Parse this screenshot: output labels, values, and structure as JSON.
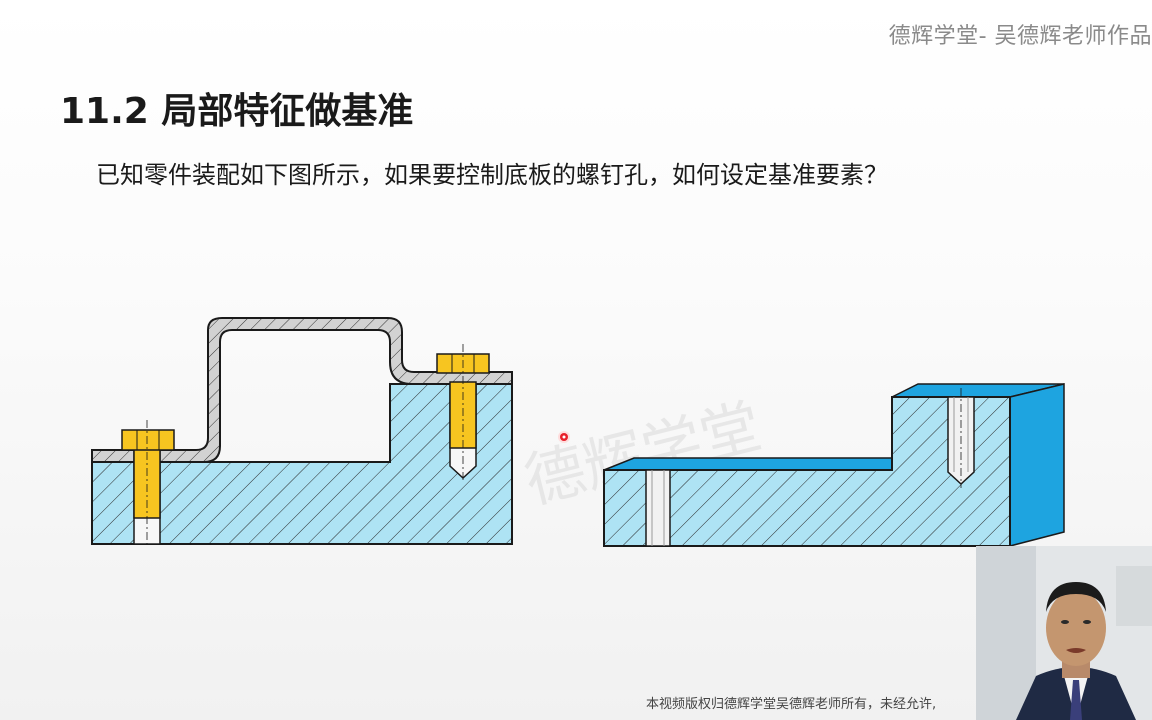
{
  "header": {
    "watermark": "德辉学堂- 吴德辉老师作品"
  },
  "slide": {
    "title": "11.2 局部特征做基准",
    "question": "已知零件装配如下图所示，如果要控制底板的螺钉孔，如何设定基准要素？"
  },
  "footer": {
    "copyright": "本视频版权归德辉学堂吴德辉老师所有，未经允许,"
  },
  "colors": {
    "section_fill": "#aee3f4",
    "hatch": "#2a2a2a",
    "bolt_yellow": "#f7c520",
    "part_blue": "#1ea4e0",
    "sheet_gray": "#c8c8c8",
    "laser_red": "#e8202a"
  },
  "icons": [
    "laser-pointer-dot",
    "presenter-webcam"
  ]
}
